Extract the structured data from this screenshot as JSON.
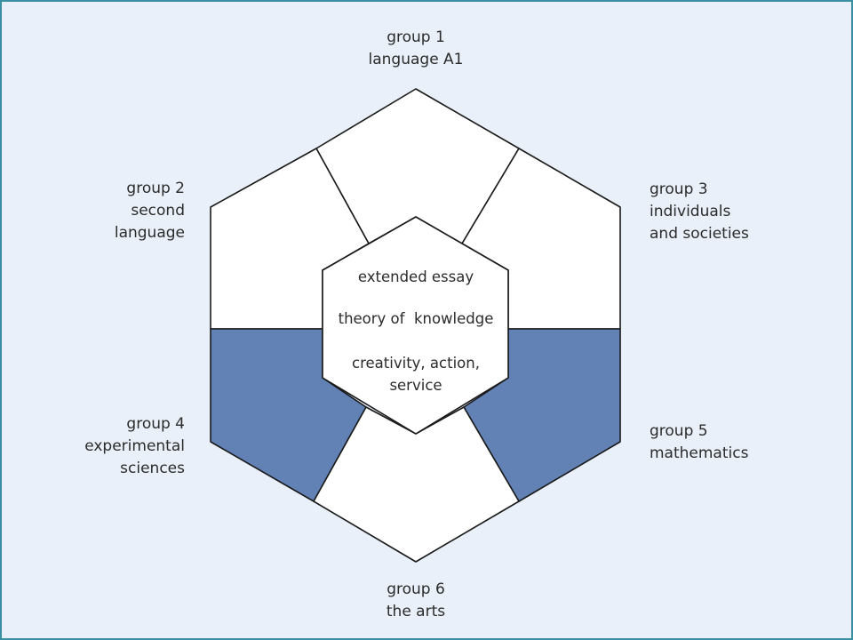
{
  "colors": {
    "background": "#e9f0fa",
    "frame": "#3a8fa3",
    "filled_segment": "#6281b4",
    "empty_segment": "#ffffff",
    "outline": "#1a1a1a"
  },
  "groups": {
    "group1": {
      "line1": "group 1",
      "line2": "language A1"
    },
    "group2": {
      "line1": "group 2",
      "line2": "second",
      "line3": "language"
    },
    "group3": {
      "line1": "group 3",
      "line2": "individuals",
      "line3": "and societies"
    },
    "group4": {
      "line1": "group 4",
      "line2": "experimental",
      "line3": "sciences"
    },
    "group5": {
      "line1": "group 5",
      "line2": "mathematics"
    },
    "group6": {
      "line1": "group 6",
      "line2": "the arts"
    }
  },
  "core": {
    "item1": "extended essay",
    "item2": "theory of  knowledge",
    "item3_line1": "creativity, action,",
    "item3_line2": "service"
  }
}
